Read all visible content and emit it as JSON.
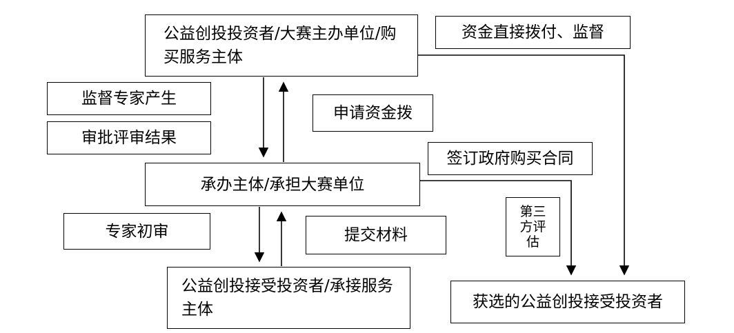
{
  "diagram": {
    "nodes": {
      "top": {
        "text": "公益创投投资者/大赛主办单位/购买服务主体"
      },
      "fund": {
        "text": "资金直接拨付、监督"
      },
      "supervise": {
        "text": "监督专家产生"
      },
      "approve": {
        "text": "审批评审结果"
      },
      "apply": {
        "text": "申请资金拨"
      },
      "contract": {
        "text": "签订政府购买合同"
      },
      "organizer": {
        "text": "承办主体/承担大赛单位"
      },
      "third_party": {
        "text": "第三方评估"
      },
      "expert": {
        "text": "专家初审"
      },
      "submit": {
        "text": "提交材料"
      },
      "receiver": {
        "text": "公益创投接受投资者/承接服务主体"
      },
      "selected": {
        "text": "获选的公益创投接受投资者"
      }
    },
    "edges": [
      {
        "from": "top",
        "to": "organizer"
      },
      {
        "from": "organizer",
        "to": "top"
      },
      {
        "from": "organizer",
        "to": "receiver"
      },
      {
        "from": "receiver",
        "to": "organizer"
      },
      {
        "from": "top",
        "to": "selected"
      },
      {
        "from": "organizer",
        "to": "selected"
      }
    ],
    "colors": {
      "line": "#000000",
      "box_border": "#000000",
      "background": "#ffffff"
    }
  }
}
